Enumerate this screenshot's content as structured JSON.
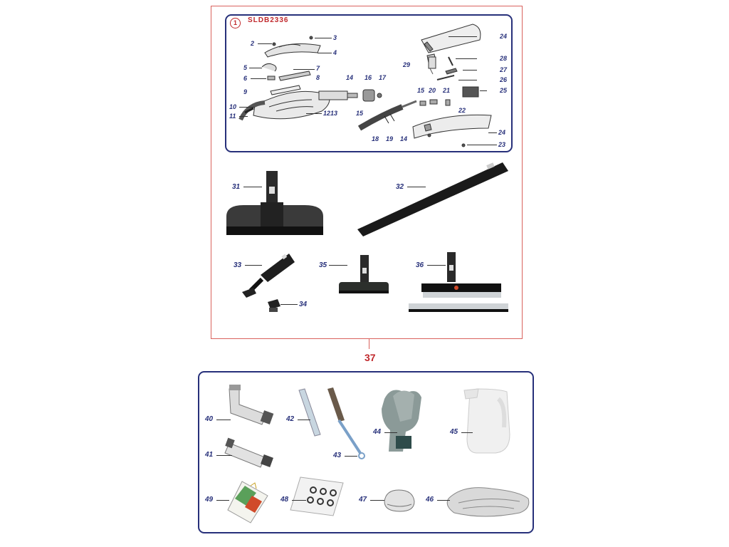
{
  "header": {
    "badge": "1",
    "model_code": "SLDB2336"
  },
  "assembly_label": "37",
  "colors": {
    "frame": "#d9625d",
    "panel_border": "#27307a",
    "label": "#27307a",
    "accent": "#c0282c"
  },
  "exploded_labels": {
    "n2": "2",
    "n3": "3",
    "n4": "4",
    "n5": "5",
    "n6": "6",
    "n7": "7",
    "n8": "8",
    "n9": "9",
    "n10": "10",
    "n11": "11",
    "n12": "12",
    "n13": "13",
    "n14a": "14",
    "n14b": "14",
    "n15a": "15",
    "n15b": "15",
    "n16": "16",
    "n17": "17",
    "n18": "18",
    "n19": "19",
    "n20": "20",
    "n21": "21",
    "n22": "22",
    "n23": "23",
    "n24a": "24",
    "n24b": "24",
    "n25": "25",
    "n26": "26",
    "n27": "27",
    "n28": "28",
    "n29": "29"
  },
  "accessories": [
    {
      "id": "31",
      "icon": "wide-floor-brush"
    },
    {
      "id": "32",
      "icon": "extension-tube"
    },
    {
      "id": "33",
      "icon": "small-nozzle"
    },
    {
      "id": "34",
      "icon": "round-brush-tip"
    },
    {
      "id": "35",
      "icon": "upholstery-tool"
    },
    {
      "id": "36",
      "icon": "window-squeegee"
    }
  ],
  "extras": [
    {
      "id": "40",
      "icon": "elbow-adapter"
    },
    {
      "id": "41",
      "icon": "straight-adapter"
    },
    {
      "id": "42",
      "icon": "cleaning-rod"
    },
    {
      "id": "43",
      "icon": "bottle-brush"
    },
    {
      "id": "44",
      "icon": "gloves"
    },
    {
      "id": "45",
      "icon": "water-jug"
    },
    {
      "id": "46",
      "icon": "cloth-cover"
    },
    {
      "id": "47",
      "icon": "cap-cover"
    },
    {
      "id": "48",
      "icon": "gasket-kit"
    },
    {
      "id": "49",
      "icon": "manual-booklet"
    }
  ]
}
